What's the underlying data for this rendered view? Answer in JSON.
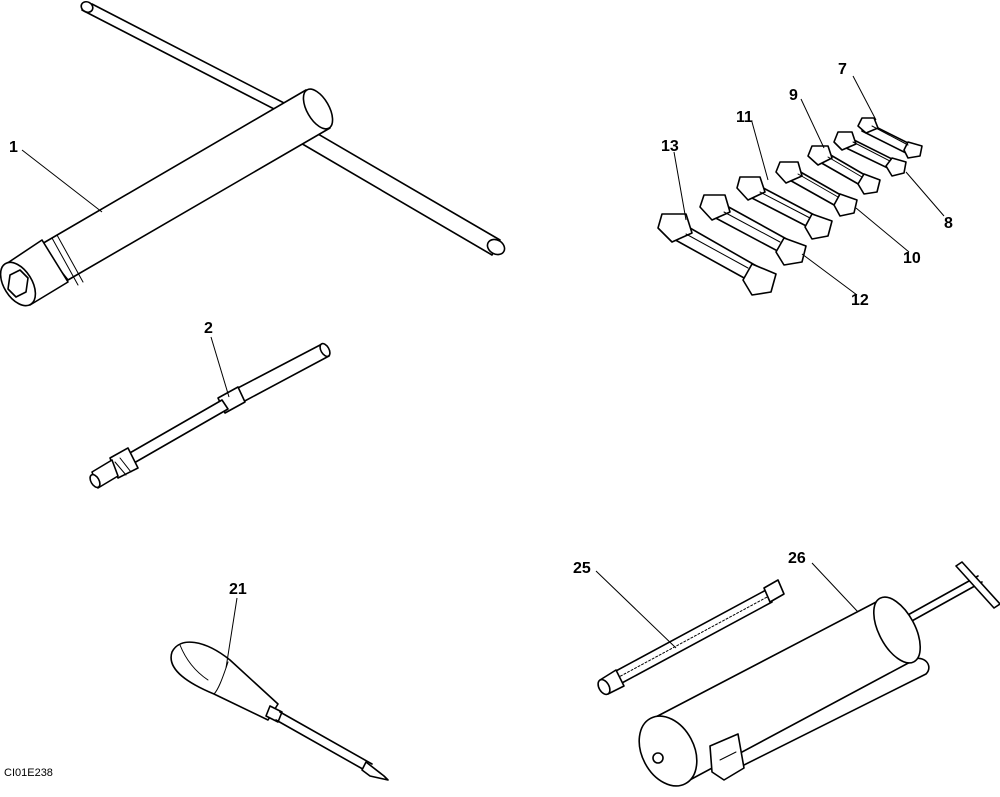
{
  "callouts": {
    "c1": "1",
    "c2": "2",
    "c7": "7",
    "c8": "8",
    "c9": "9",
    "c10": "10",
    "c11": "11",
    "c12": "12",
    "c13": "13",
    "c21": "21",
    "c25": "25",
    "c26": "26"
  },
  "figure_ref": "CI01E238"
}
